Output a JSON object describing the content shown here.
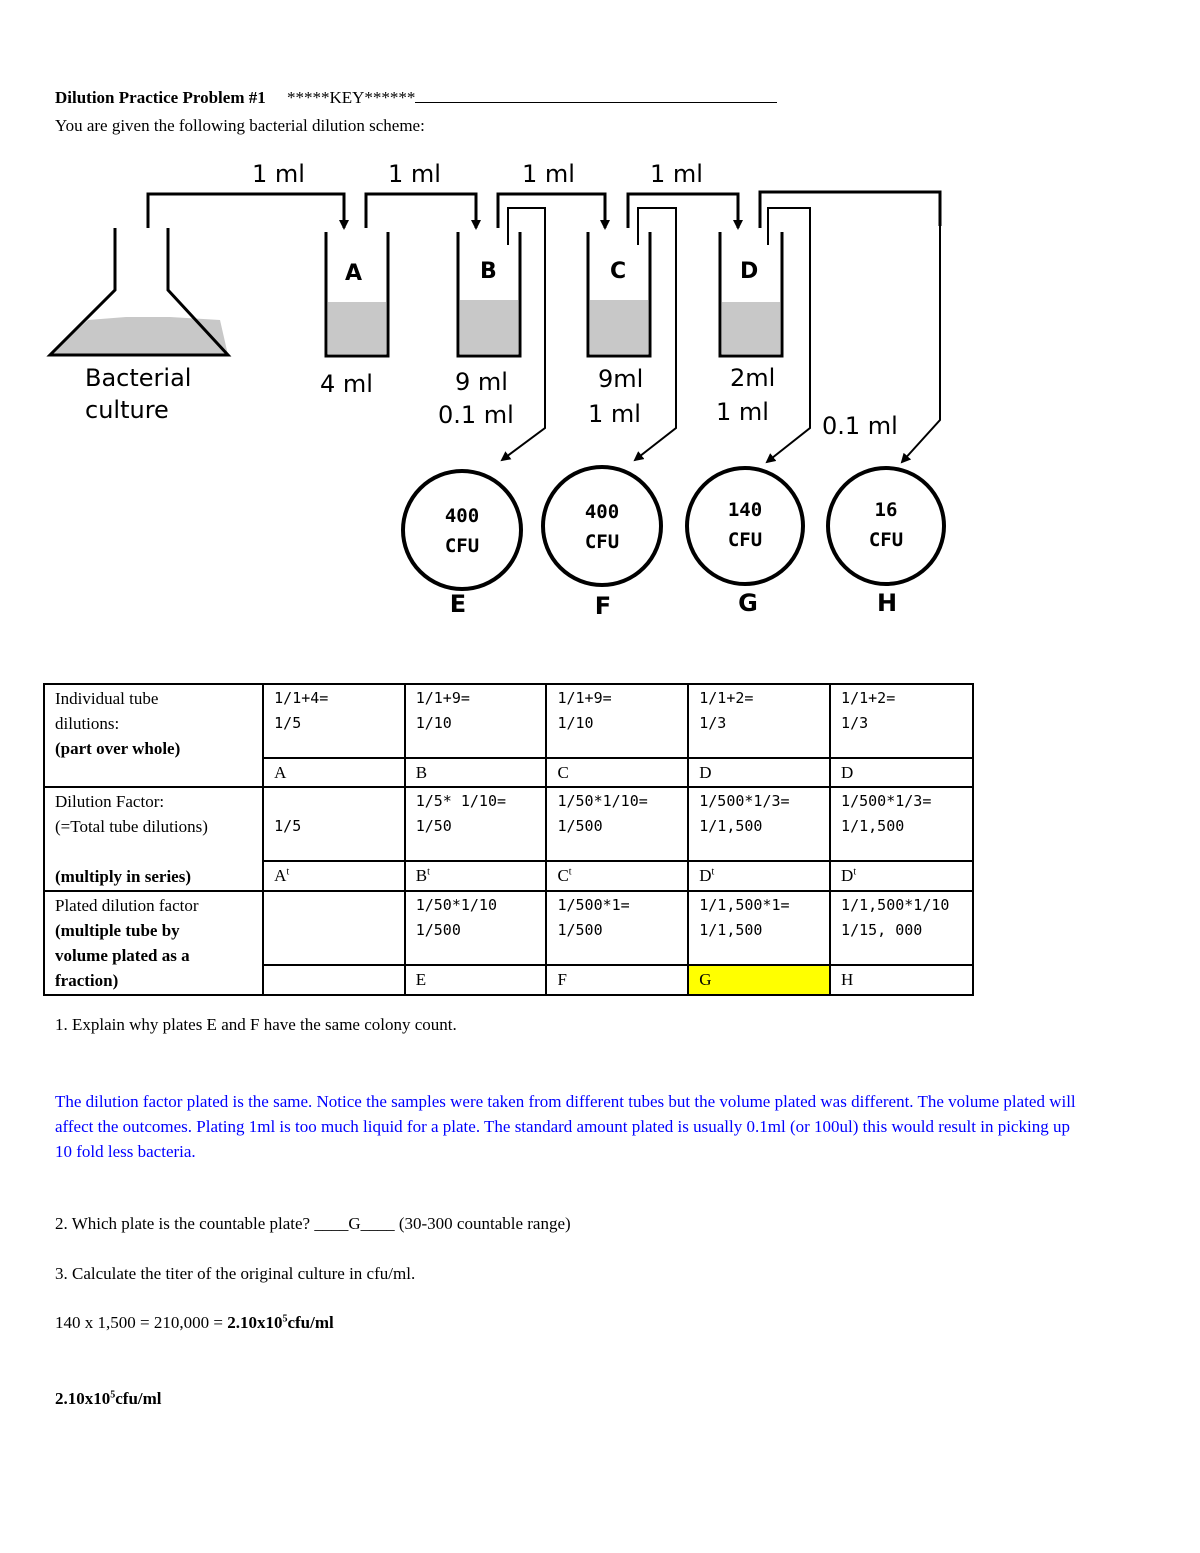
{
  "header": {
    "title": "Dilution Practice Problem #1",
    "key": "*****KEY******",
    "intro": "You are given the following bacterial dilution scheme:"
  },
  "diagram": {
    "transfer_labels": [
      "1 ml",
      "1 ml",
      "1 ml",
      "1 ml"
    ],
    "flask_label_line1": "Bacterial",
    "flask_label_line2": "culture",
    "tubes": [
      {
        "letter": "A",
        "volume": "4 ml",
        "plated": ""
      },
      {
        "letter": "B",
        "volume": "9 ml",
        "plated": "0.1 ml"
      },
      {
        "letter": "C",
        "volume": "9ml",
        "plated": "1 ml"
      },
      {
        "letter": "D",
        "volume": "2ml",
        "plated": "1 ml"
      }
    ],
    "last_plated": "0.1 ml",
    "plates": [
      {
        "count": "400",
        "unit": "CFU",
        "letter": "E"
      },
      {
        "count": "400",
        "unit": "CFU",
        "letter": "F"
      },
      {
        "count": "140",
        "unit": "CFU",
        "letter": "G"
      },
      {
        "count": "16",
        "unit": "CFU",
        "letter": "H"
      }
    ]
  },
  "table": {
    "row1_label_a": "Individual tube",
    "row1_label_b": "dilutions:",
    "row1_label_c": "(part over whole)",
    "row1": [
      [
        "1/1+4=",
        "1/5"
      ],
      [
        "1/1+9=",
        "1/10"
      ],
      [
        "1/1+9=",
        "1/10"
      ],
      [
        "1/1+2=",
        "1/3"
      ],
      [
        "1/1+2=",
        "1/3"
      ]
    ],
    "row1_letters": [
      "A",
      "B",
      "C",
      "D",
      "D"
    ],
    "row2_label_a": "Dilution Factor:",
    "row2_label_b": "(=Total tube dilutions)",
    "row2_label_c": "(multiply in series)",
    "row2": [
      [
        "",
        "1/5"
      ],
      [
        "1/5* 1/10=",
        "1/50"
      ],
      [
        "1/50*1/10=",
        "1/500"
      ],
      [
        "1/500*1/3=",
        "1/1,500"
      ],
      [
        "1/500*1/3=",
        "1/1,500"
      ]
    ],
    "row2_letters": [
      "A",
      "B",
      "C",
      "D",
      "D"
    ],
    "row2_sup": "t",
    "row3_label_a": "Plated dilution factor",
    "row3_label_b": "(multiple tube by",
    "row3_label_c": "volume plated as a",
    "row3_label_d": "fraction)",
    "row3": [
      [
        "",
        ""
      ],
      [
        "1/50*1/10",
        "1/500"
      ],
      [
        "1/500*1=",
        "1/500"
      ],
      [
        "1/1,500*1=",
        "1/1,500"
      ],
      [
        "1/1,500*1/10",
        "1/15, 000"
      ]
    ],
    "row3_letters": [
      "",
      "E",
      "F",
      "G",
      "H"
    ],
    "highlight_color": "#ffff00"
  },
  "questions": {
    "q1": "1. Explain why plates E and F have the same colony count.",
    "a1": "The dilution factor plated is the same. Notice the samples were taken from different tubes but the volume plated was different. The volume plated will affect the outcomes. Plating 1ml is too much liquid for a plate. The standard amount plated is usually 0.1ml (or 100ul) this would result in picking up 10 fold less bacteria.",
    "q2_prefix": "2. Which plate is the countable plate? ",
    "q2_answer": "____G____",
    "q2_suffix": " (30-300 countable range)",
    "q3": "3. Calculate the titer of the original culture in cfu/ml.",
    "calc_prefix": "140 x 1,500 = 210,000 = ",
    "result_base": "2.10x10",
    "result_exp": "5",
    "result_unit": "cfu/ml"
  },
  "colors": {
    "answer_blue": "#0000ff",
    "diagram_gray": "#c8c8c8"
  }
}
